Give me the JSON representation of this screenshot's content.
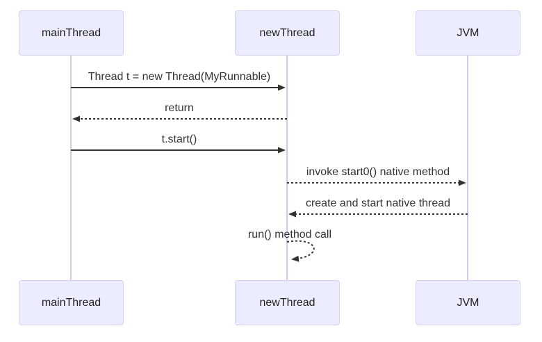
{
  "diagram": {
    "type": "sequence-diagram",
    "actors": [
      {
        "name": "mainThread"
      },
      {
        "name": "newThread"
      },
      {
        "name": "JVM"
      }
    ],
    "messages": [
      {
        "from": "mainThread",
        "to": "newThread",
        "text": "Thread t = new Thread(MyRunnable)",
        "line": "solid"
      },
      {
        "from": "newThread",
        "to": "mainThread",
        "text": "return",
        "line": "dashed"
      },
      {
        "from": "mainThread",
        "to": "newThread",
        "text": "t.start()",
        "line": "solid"
      },
      {
        "from": "newThread",
        "to": "JVM",
        "text": "invoke start0() native method",
        "line": "dashed"
      },
      {
        "from": "JVM",
        "to": "newThread",
        "text": "create and start native thread",
        "line": "dashed"
      },
      {
        "from": "newThread",
        "to": "newThread",
        "text": "run() method call",
        "line": "dashed-self-loop"
      }
    ],
    "colors": {
      "actor_fill": "#ECECFF",
      "actor_border": "#dacef3",
      "actor_text": "#1f1f1f",
      "lifeline": "#d5cbe8",
      "arrow": "#333333",
      "message_text": "#333333"
    }
  }
}
